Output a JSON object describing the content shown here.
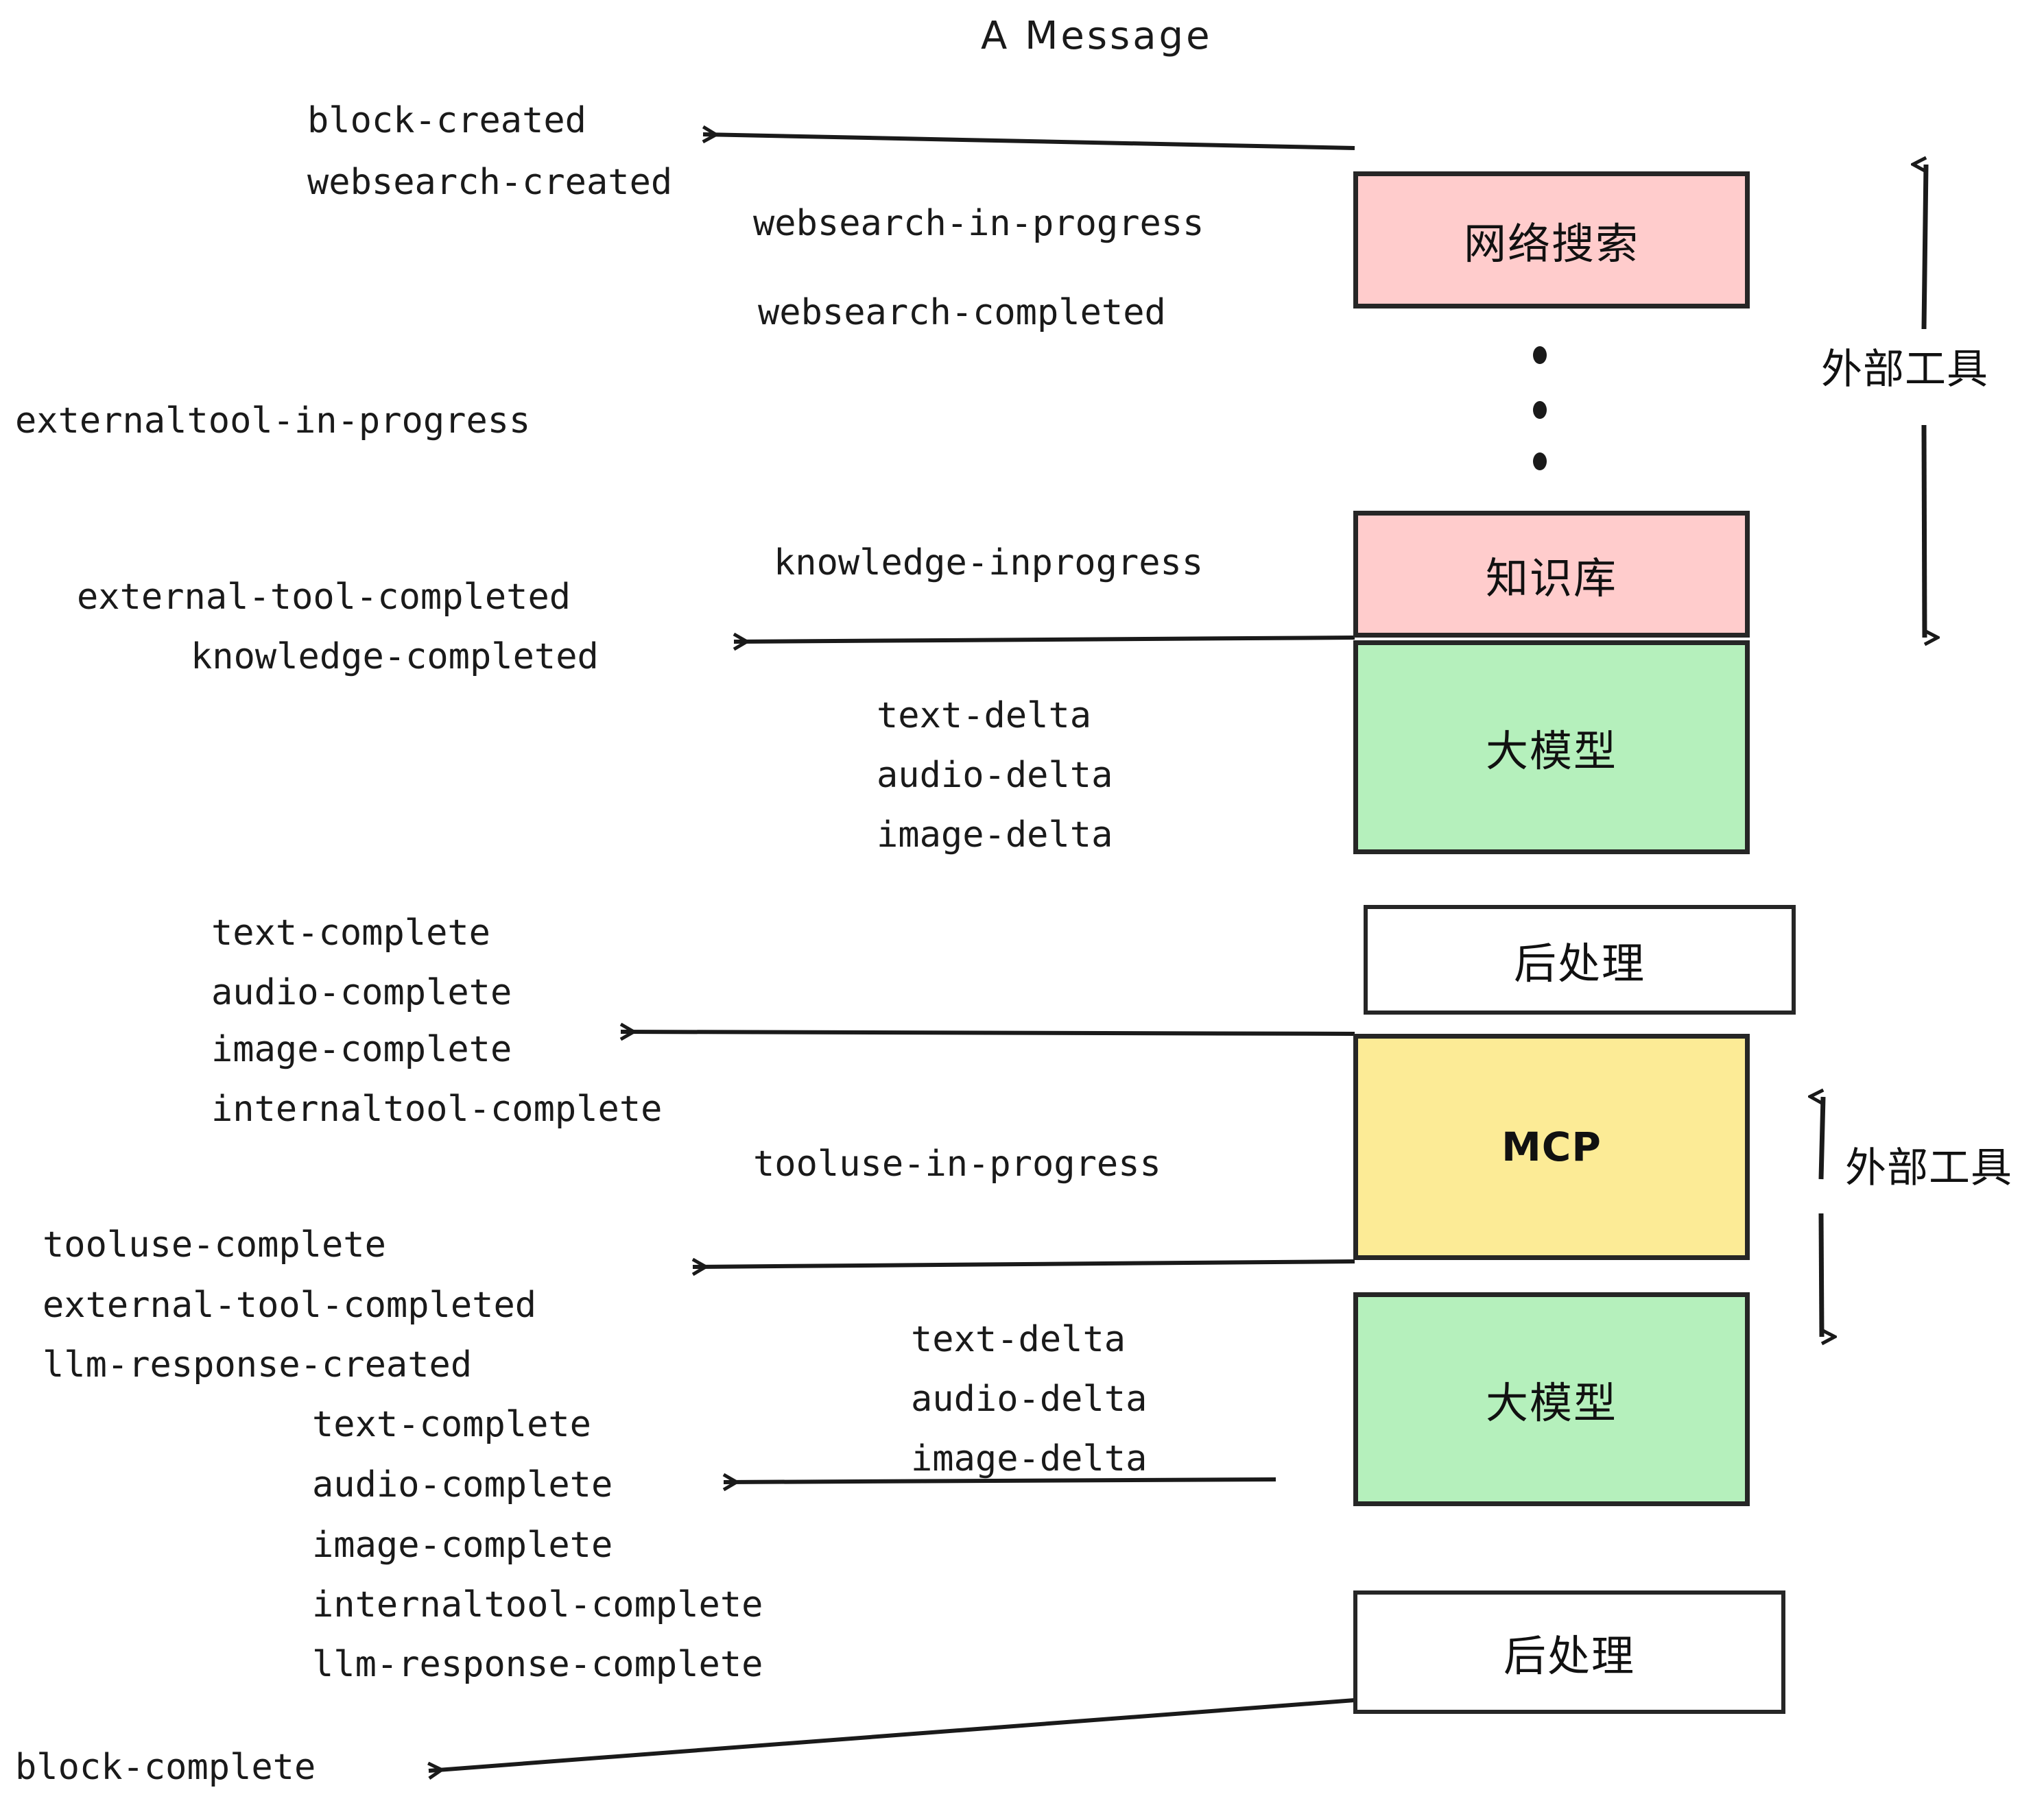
{
  "diagram": {
    "title": "A Message",
    "colors": {
      "external_tool_box": "#FFCCCC",
      "llm_box": "#B5F0BC",
      "mcp_box": "#FCEB96",
      "postprocess_box": "#FFFFFF",
      "stroke": "#262626",
      "text": "#1a1a1a"
    }
  },
  "boxes": [
    {
      "id": "websearch",
      "label": "网络搜索",
      "kind": "external-tool"
    },
    {
      "id": "knowledge",
      "label": "知识库",
      "kind": "external-tool"
    },
    {
      "id": "llm-first",
      "label": "大模型",
      "kind": "llm"
    },
    {
      "id": "postprocess-1",
      "label": "后处理",
      "kind": "postprocess"
    },
    {
      "id": "mcp",
      "label": "MCP",
      "kind": "mcp"
    },
    {
      "id": "llm-second",
      "label": "大模型",
      "kind": "llm"
    },
    {
      "id": "postprocess-2",
      "label": "后处理",
      "kind": "postprocess"
    }
  ],
  "side_labels": [
    {
      "id": "external-tools-top",
      "label": "外部工具"
    },
    {
      "id": "external-tools-bottom",
      "label": "外部工具"
    }
  ],
  "events": [
    {
      "id": "block-created",
      "text": "block-created"
    },
    {
      "id": "websearch-created",
      "text": "websearch-created"
    },
    {
      "id": "websearch-in-progress",
      "text": "websearch-in-progress"
    },
    {
      "id": "websearch-completed",
      "text": "websearch-completed"
    },
    {
      "id": "externaltool-in-progress",
      "text": "externaltool-in-progress"
    },
    {
      "id": "knowledge-inprogress",
      "text": "knowledge-inprogress"
    },
    {
      "id": "external-tool-completed-1",
      "text": "external-tool-completed"
    },
    {
      "id": "knowledge-completed",
      "text": "knowledge-completed"
    },
    {
      "id": "text-delta-1",
      "text": "text-delta"
    },
    {
      "id": "audio-delta-1",
      "text": "audio-delta"
    },
    {
      "id": "image-delta-1",
      "text": "image-delta"
    },
    {
      "id": "text-complete-1",
      "text": "text-complete"
    },
    {
      "id": "audio-complete-1",
      "text": "audio-complete"
    },
    {
      "id": "image-complete-1",
      "text": "image-complete"
    },
    {
      "id": "internaltool-complete-1",
      "text": "internaltool-complete"
    },
    {
      "id": "tooluse-in-progress",
      "text": "tooluse-in-progress"
    },
    {
      "id": "tooluse-complete",
      "text": "tooluse-complete"
    },
    {
      "id": "external-tool-completed-2",
      "text": "external-tool-completed"
    },
    {
      "id": "llm-response-created",
      "text": "llm-response-created"
    },
    {
      "id": "text-delta-2",
      "text": "text-delta"
    },
    {
      "id": "audio-delta-2",
      "text": "audio-delta"
    },
    {
      "id": "image-delta-2",
      "text": "image-delta"
    },
    {
      "id": "text-complete-2",
      "text": "text-complete"
    },
    {
      "id": "audio-complete-2",
      "text": "audio-complete"
    },
    {
      "id": "image-complete-2",
      "text": "image-complete"
    },
    {
      "id": "internaltool-complete-2",
      "text": "internaltool-complete"
    },
    {
      "id": "llm-response-complete",
      "text": "llm-response-complete"
    },
    {
      "id": "block-complete",
      "text": "block-complete"
    }
  ]
}
